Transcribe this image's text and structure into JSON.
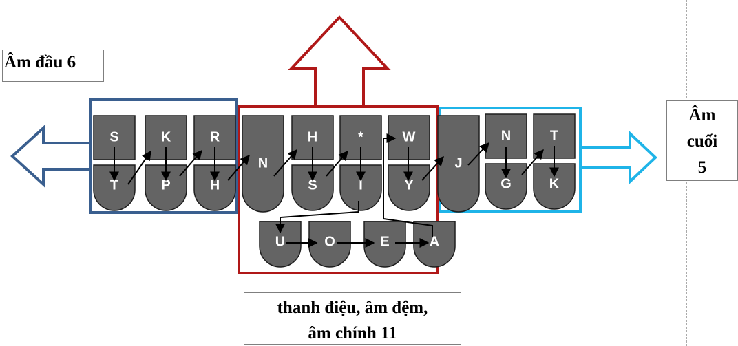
{
  "labels": {
    "initial": "Âm đầu 6",
    "final_line1": "Âm",
    "final_line2": "cuối",
    "final_line3": "5",
    "middle_line1": "thanh điệu, âm đệm,",
    "middle_line2": "âm chính 11"
  },
  "keys": {
    "left_top": [
      "S",
      "K",
      "R"
    ],
    "left_bottom": [
      "T",
      "P",
      "H"
    ],
    "center_tall": "N",
    "center_top": [
      "H",
      "*",
      "W"
    ],
    "center_bottom": [
      "S",
      "I",
      "Y"
    ],
    "right_tall": "J",
    "right_top": [
      "N",
      "T"
    ],
    "right_bottom": [
      "G",
      "K"
    ],
    "vowels": [
      "U",
      "O",
      "E",
      "A"
    ]
  },
  "colors": {
    "initial_group": "#3a5f8f",
    "middle_group": "#b01818",
    "final_group": "#1fb4e8",
    "key_fill": "#646464",
    "key_stroke": "#1e1e1e",
    "arrow": "#000000"
  }
}
